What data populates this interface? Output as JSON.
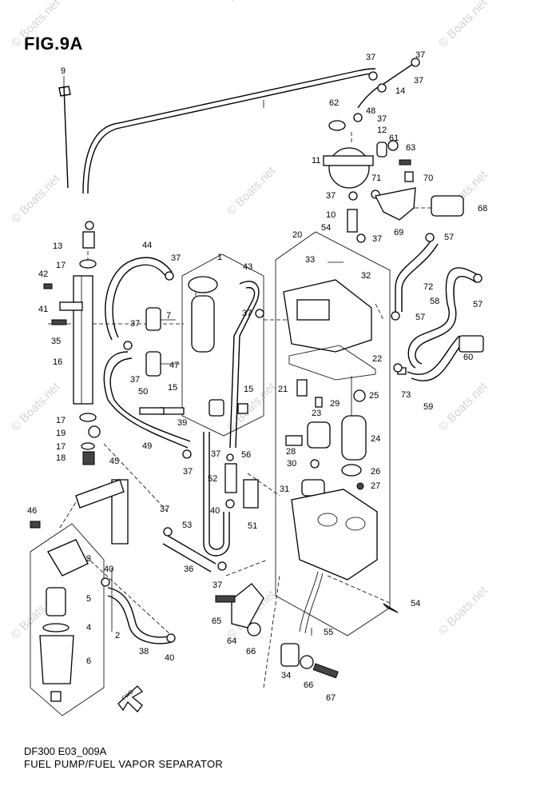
{
  "figure": {
    "title": "FIG.9A",
    "code": "DF300 E03_009A",
    "description": "FUEL PUMP/FUEL VAPOR SEPARATOR",
    "copyright_glyph": "© B",
    "watermark": "© Boats.net",
    "arrow_label": "FWD"
  },
  "callouts": [
    "9",
    "37",
    "37",
    "14",
    "37",
    "48",
    "37",
    "62",
    "12",
    "61",
    "63",
    "11",
    "70",
    "71",
    "37",
    "68",
    "10",
    "54",
    "37",
    "69",
    "57",
    "13",
    "44",
    "37",
    "1",
    "43",
    "37",
    "20",
    "33",
    "32",
    "72",
    "57",
    "17",
    "42",
    "41",
    "7",
    "37",
    "35",
    "57",
    "58",
    "60",
    "16",
    "37",
    "47",
    "22",
    "21",
    "15",
    "50",
    "15",
    "29",
    "25",
    "73",
    "59",
    "39",
    "23",
    "17",
    "19",
    "49",
    "24",
    "28",
    "17",
    "37",
    "56",
    "30",
    "26",
    "18",
    "37",
    "52",
    "31",
    "27",
    "45",
    "37",
    "40",
    "51",
    "46",
    "53",
    "3",
    "36",
    "54",
    "40",
    "37",
    "5",
    "65",
    "4",
    "55",
    "2",
    "38",
    "40",
    "64",
    "66",
    "6",
    "34",
    "66",
    "67"
  ],
  "colors": {
    "ink": "#000000",
    "watermark": "#d4d4d4",
    "background": "#ffffff"
  }
}
